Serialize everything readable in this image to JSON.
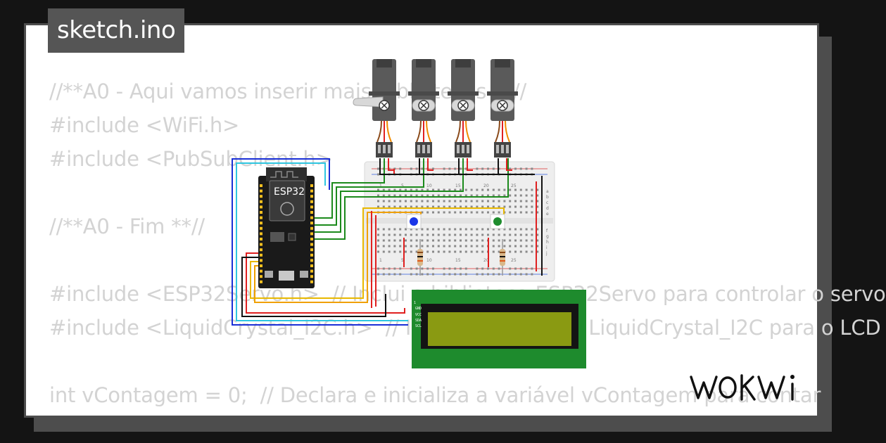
{
  "header": {
    "filename": "sketch.ino"
  },
  "code_lines": [
    "//**A0 - Aqui vamos inserir mais bibliotecas **//",
    "#include <WiFi.h>",
    "#include <PubSubClient.h>",
    "",
    "//**A0 - Fim **//",
    "",
    "#include <ESP32Servo.h>  // Inclui a biblioteca ESP32Servo para controlar o servo",
    "#include <LiquidCrystal_I2C.h>  // Inclui a biblioteca LiquidCrystal_I2C para o LCD",
    "",
    "int vContagem = 0;  // Declara e inicializa a variável vContagem para contar"
  ],
  "circuit": {
    "esp32_label": "ESP32",
    "breadboard_numbers": [
      "1",
      "5",
      "10",
      "15",
      "20",
      "25"
    ],
    "breadboard_letters_top": [
      "a",
      "b",
      "c",
      "d",
      "e"
    ],
    "breadboard_letters_bottom": [
      "f",
      "g",
      "h",
      "i",
      "j"
    ],
    "lcd_pins": [
      "GND",
      "VCC",
      "SDA",
      "SCL"
    ],
    "button_colors": {
      "left": "#1a36e8",
      "right": "#1e8c2d"
    },
    "lcd_screen_color": "#8a9a12",
    "lcd_frame_color": "#1e8b2d",
    "servo_count": 4
  },
  "brand": {
    "logo_text": "WOKWi"
  }
}
